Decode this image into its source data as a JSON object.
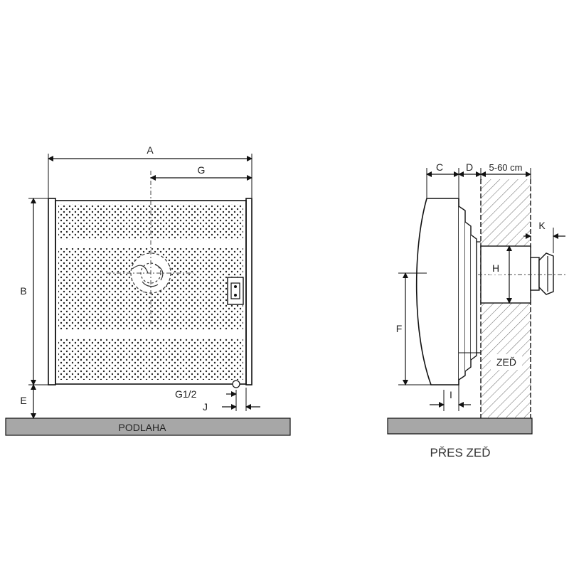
{
  "front_view": {
    "dimensions": {
      "a": "A",
      "b": "B",
      "e": "E",
      "g": "G",
      "j": "J",
      "g12": "G1/2"
    },
    "floor_label": "PODLAHA"
  },
  "side_view": {
    "dimensions": {
      "c": "C",
      "d": "D",
      "wall_thickness": "5-60 cm",
      "k": "K",
      "h": "H",
      "f": "F",
      "i": "I"
    },
    "wall_label": "ZEĎ",
    "caption": "PŘES ZEĎ"
  },
  "colors": {
    "floor": "#a7a7a7",
    "lines": "#111111",
    "panel_dots": "#222222"
  }
}
